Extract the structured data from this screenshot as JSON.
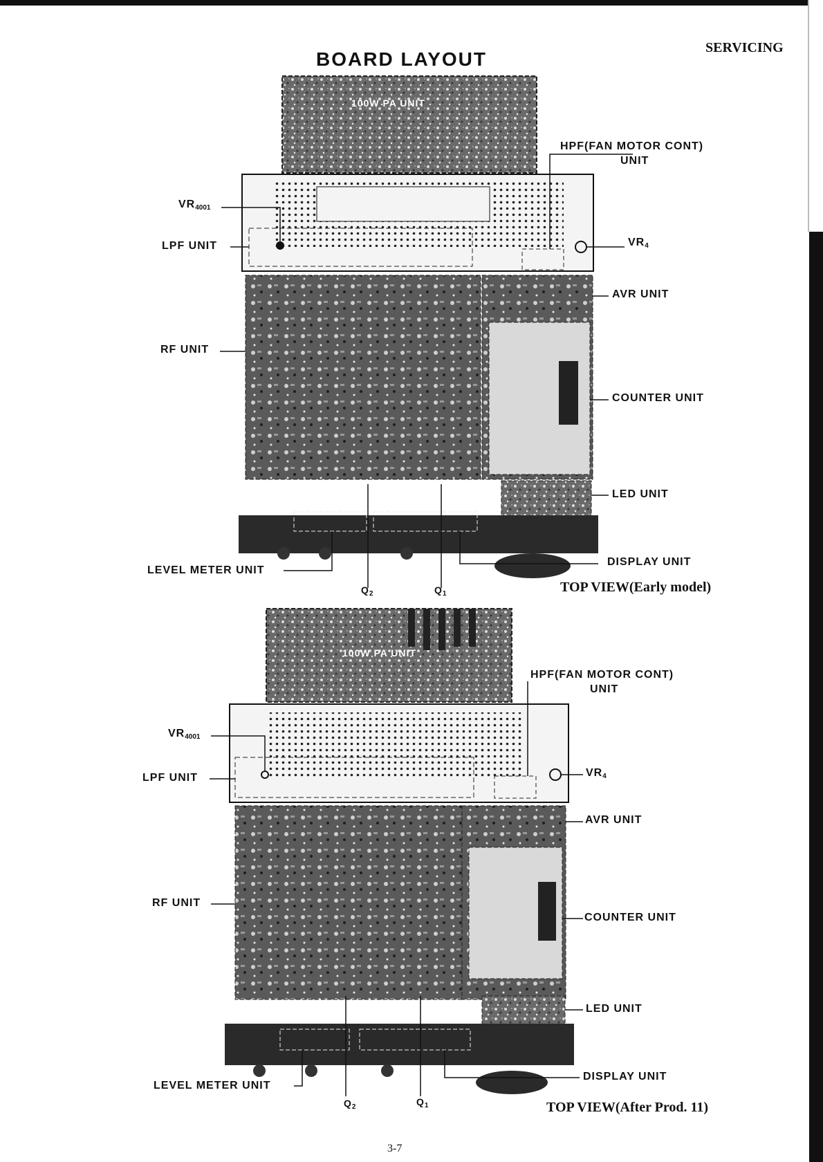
{
  "header": {
    "section": "SERVICING",
    "title": "BOARD LAYOUT"
  },
  "views": [
    {
      "caption": "TOP VIEW(Early model)",
      "labels": {
        "pa_unit": "100W PA UNIT",
        "hpf_line1": "HPF(FAN MOTOR CONT)",
        "hpf_line2": "UNIT",
        "vr4001": "VR",
        "vr4001_sub": "4001",
        "lpf": "LPF UNIT",
        "vr4": "VR",
        "vr4_sub": "4",
        "avr": "AVR UNIT",
        "rf": "RF UNIT",
        "counter": "COUNTER UNIT",
        "led": "LED UNIT",
        "display": "DISPLAY UNIT",
        "level_meter": "LEVEL METER UNIT",
        "q2": "Q",
        "q2_sub": "2",
        "q1": "Q",
        "q1_sub": "1"
      }
    },
    {
      "caption": "TOP VIEW(After Prod. 11)",
      "labels": {
        "pa_unit": "100W PA UNIT",
        "hpf_line1": "HPF(FAN MOTOR CONT)",
        "hpf_line2": "UNIT",
        "vr4001": "VR",
        "vr4001_sub": "4001",
        "lpf": "LPF UNIT",
        "vr4": "VR",
        "vr4_sub": "4",
        "avr": "AVR UNIT",
        "rf": "RF UNIT",
        "counter": "COUNTER UNIT",
        "led": "LED UNIT",
        "display": "DISPLAY UNIT",
        "level_meter": "LEVEL METER UNIT",
        "q2": "Q",
        "q2_sub": "2",
        "q1": "Q",
        "q1_sub": "1"
      }
    }
  ],
  "footer": {
    "page_number": "3-7"
  }
}
